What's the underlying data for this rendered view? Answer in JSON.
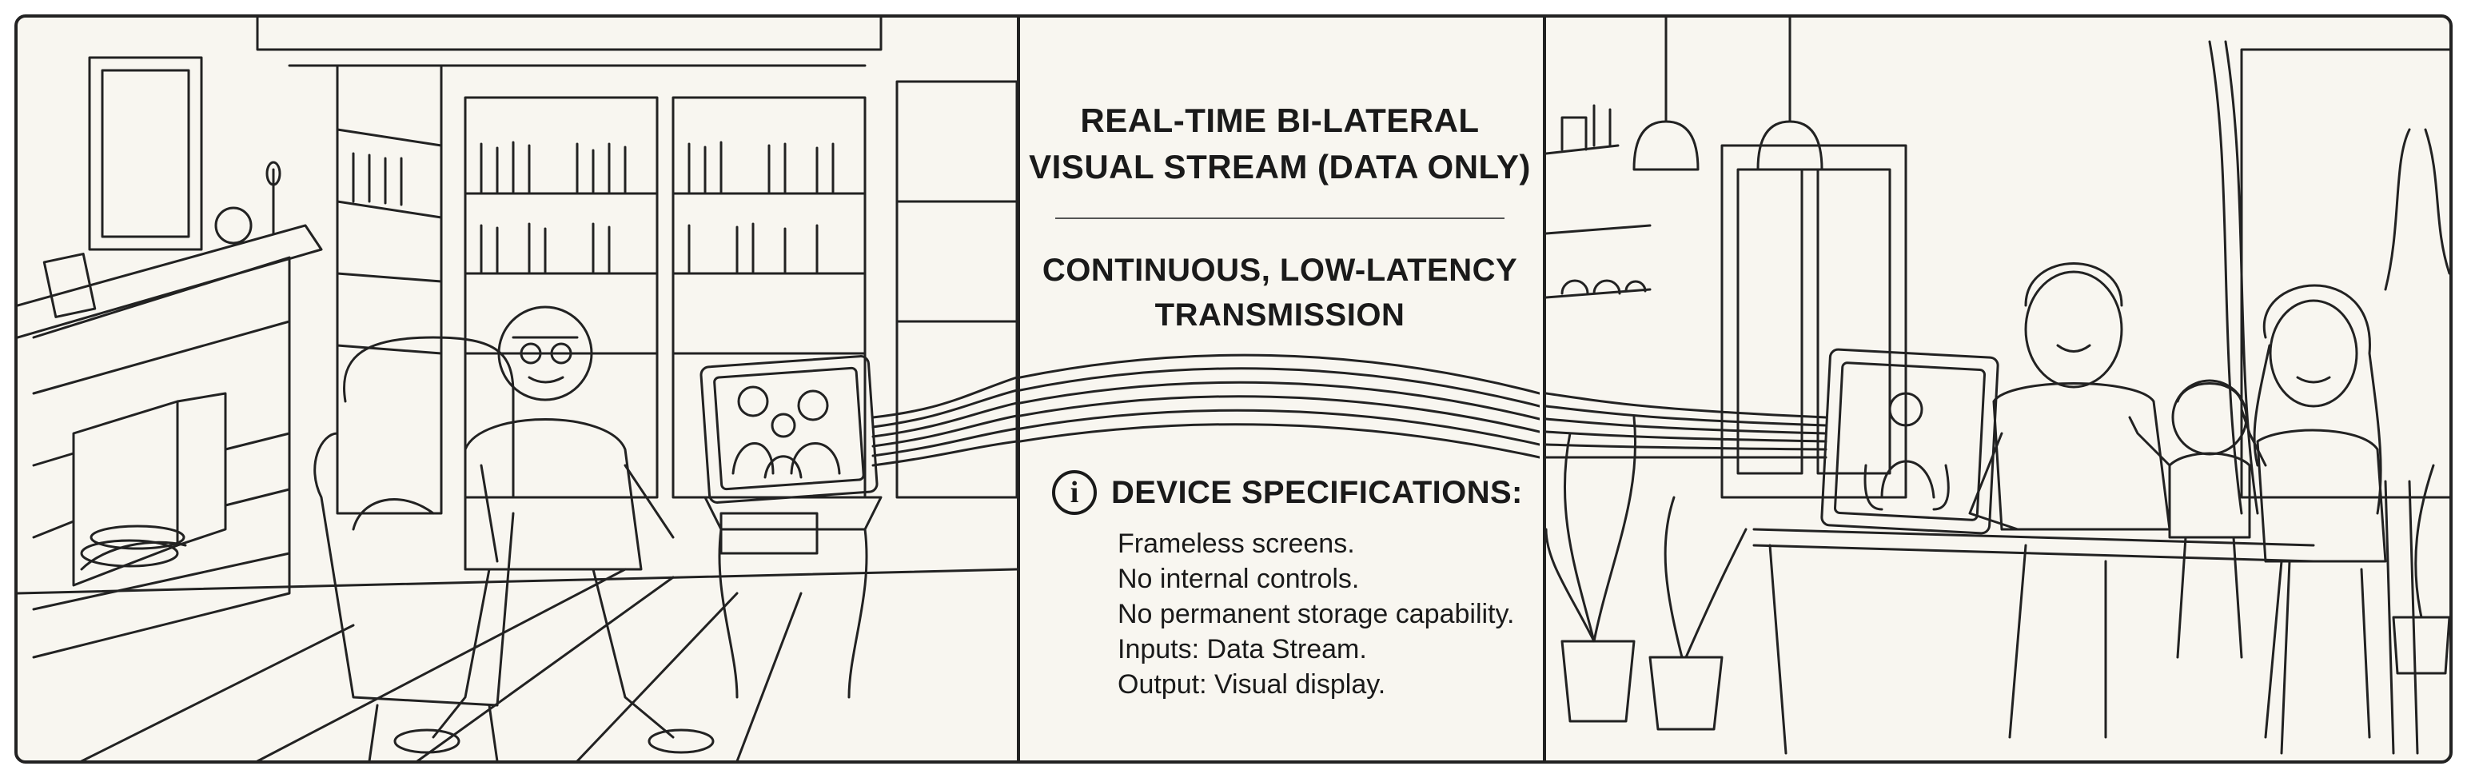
{
  "header": {
    "title_line1": "REAL-TIME BI-LATERAL",
    "title_line2": "VISUAL STREAM (DATA ONLY)",
    "subtitle_line1": "CONTINUOUS, LOW-LATENCY",
    "subtitle_line2": "TRANSMISSION"
  },
  "specs": {
    "icon": "info-icon",
    "title": "DEVICE SPECIFICATIONS:",
    "items": [
      "Frameless screens.",
      "No internal controls.",
      "No permanent storage capability.",
      "Inputs: Data Stream.",
      "Output: Visual display."
    ]
  },
  "colors": {
    "ink": "#1a1a1a",
    "paper": "#f8f6f0",
    "line": "#222222"
  }
}
